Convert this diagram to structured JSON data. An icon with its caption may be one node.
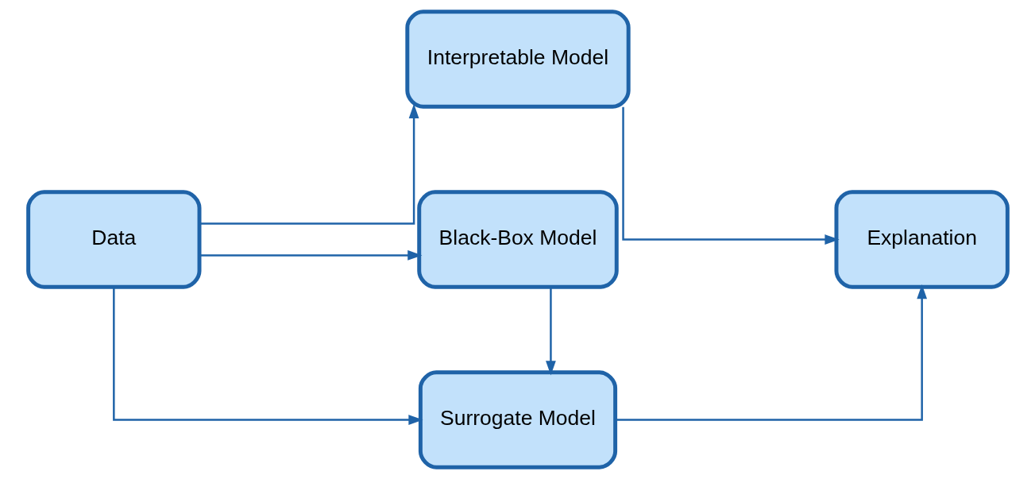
{
  "diagram": {
    "nodes": [
      {
        "text": [
          "Data"
        ]
      },
      {
        "text": [
          "Interpretable Model"
        ]
      },
      {
        "text": [
          "Black-Box Model"
        ]
      },
      {
        "text": [
          "Surrogate Model"
        ]
      },
      {
        "text": [
          "Explanation"
        ]
      }
    ],
    "edges": [
      {
        "from": 0,
        "to": 1,
        "arrow": "to"
      },
      {
        "from": 0,
        "to": 2,
        "arrow": "to"
      },
      {
        "from": 0,
        "to": 3,
        "arrow": "to"
      },
      {
        "from": 2,
        "to": 3,
        "arrow": "to"
      },
      {
        "from": 1,
        "to": 4,
        "arrow": "to"
      },
      {
        "from": 3,
        "to": 4,
        "arrow": "to"
      }
    ]
  }
}
